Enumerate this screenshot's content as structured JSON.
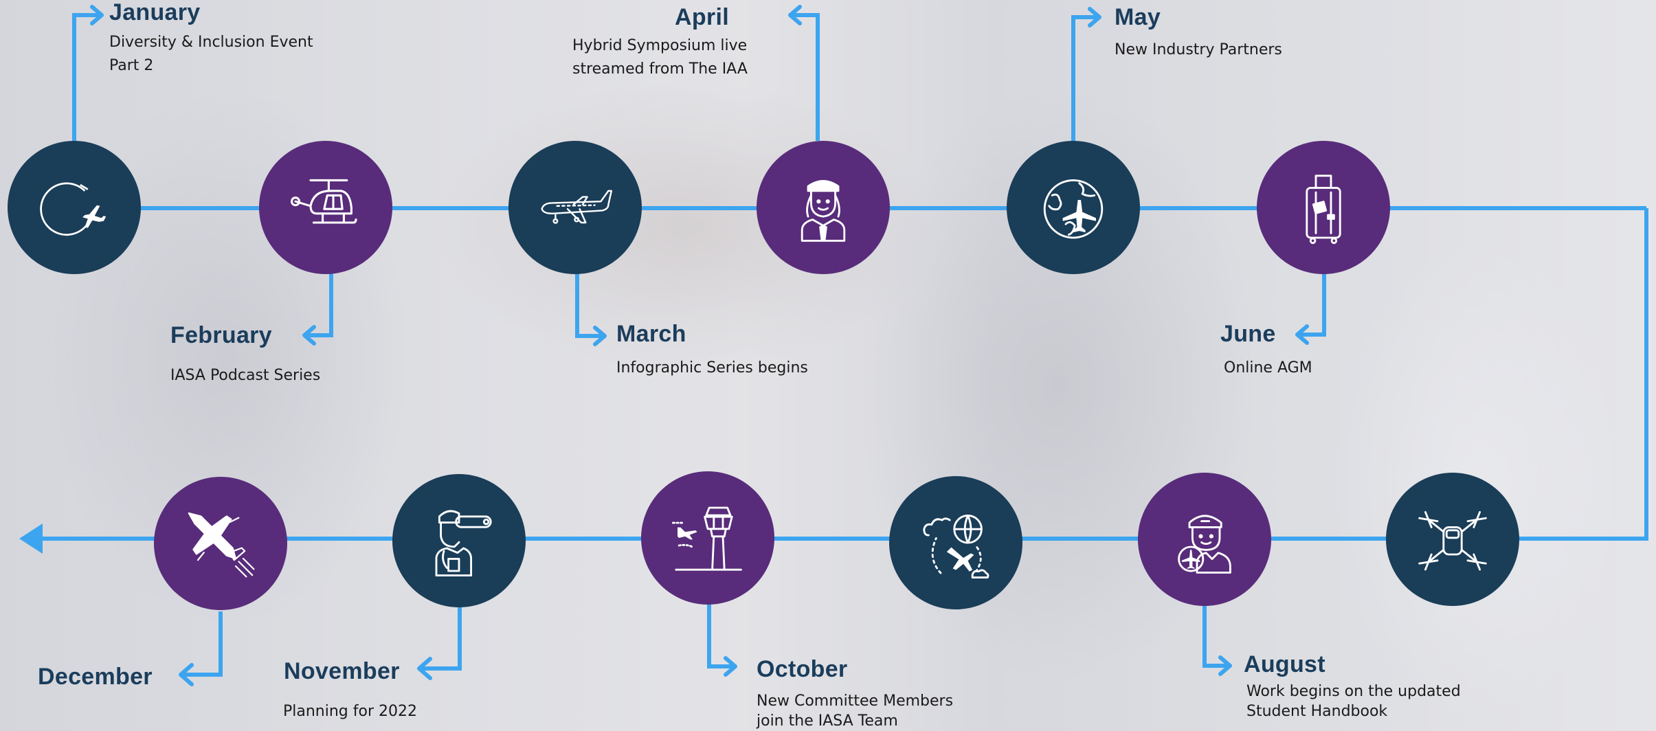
{
  "colors": {
    "line": "#3da4ef",
    "navy_node": "#1a3d58",
    "purple_node": "#582c7a",
    "month_text": "#1b3d5c",
    "desc_text": "#1a1a1a"
  },
  "events": [
    {
      "month": "January",
      "desc": "Diversity & Inclusion Event\nPart 2",
      "icon": "clock-airplane-icon",
      "node_color": "navy"
    },
    {
      "month": "February",
      "desc": "IASA Podcast Series",
      "icon": "helicopter-icon",
      "node_color": "purple"
    },
    {
      "month": "March",
      "desc": "Infographic Series begins",
      "icon": "jet-airliner-icon",
      "node_color": "navy"
    },
    {
      "month": "April",
      "desc": "Hybrid Symposium live\nstreamed from The IAA",
      "icon": "female-pilot-icon",
      "node_color": "purple"
    },
    {
      "month": "May",
      "desc": "New Industry Partners",
      "icon": "globe-airplane-icon",
      "node_color": "navy"
    },
    {
      "month": "June",
      "desc": "Online AGM",
      "icon": "luggage-icon",
      "node_color": "purple"
    },
    {
      "month": "",
      "desc": "",
      "icon": "drone-icon",
      "node_color": "navy"
    },
    {
      "month": "August",
      "desc": "Work begins on the updated\nStudent Handbook",
      "icon": "male-pilot-icon",
      "node_color": "purple"
    },
    {
      "month": "",
      "desc": "",
      "icon": "world-travel-icon",
      "node_color": "navy"
    },
    {
      "month": "October",
      "desc": "New Committee Members\njoin the IASA Team",
      "icon": "control-tower-icon",
      "node_color": "purple"
    },
    {
      "month": "November",
      "desc": "Planning for 2022",
      "icon": "pilot-binoculars-icon",
      "node_color": "navy"
    },
    {
      "month": "December",
      "desc": "",
      "icon": "fighter-jet-icon",
      "node_color": "purple"
    }
  ]
}
